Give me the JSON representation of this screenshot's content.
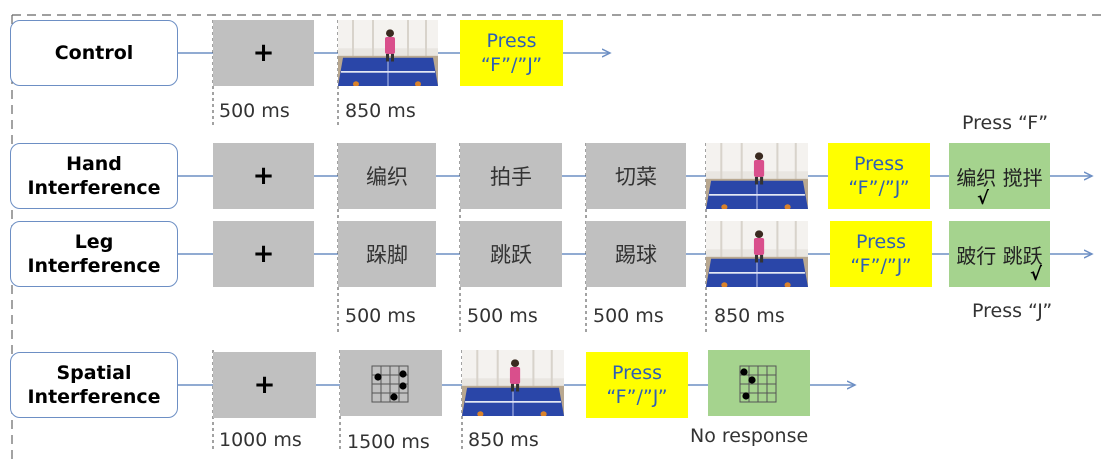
{
  "conditions": {
    "control": "Control",
    "hand": [
      "Hand",
      "Interference"
    ],
    "leg": [
      "Leg",
      "Interference"
    ],
    "spatial": [
      "Spatial",
      "Interference"
    ]
  },
  "fixation": "+",
  "press_line1": "Press",
  "press_line2": "“F”/”J”",
  "hand_words": [
    "编织",
    "拍手",
    "切菜"
  ],
  "leg_words": [
    "跺脚",
    "跳跃",
    "踢球"
  ],
  "hand_probe": "编织 搅拌",
  "leg_probe": "跛行 跳跃",
  "check_mark": "√",
  "press_f": "Press “F”",
  "press_j": "Press “J”",
  "no_response": "No response",
  "durations": {
    "ms500": "500 ms",
    "ms850": "850 ms",
    "ms1000": "1000 ms",
    "ms1500": "1500 ms"
  },
  "colors": {
    "arrow": "#6d8fc4",
    "gray_box": "#c0c0c0",
    "yellow_box": "#ffff00",
    "green_box": "#a5d38e",
    "press_text": "#2e5fb5"
  }
}
